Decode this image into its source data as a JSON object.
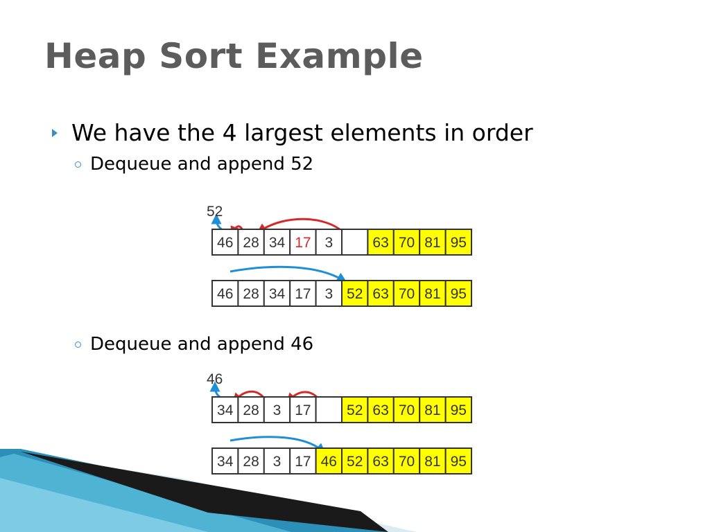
{
  "title": "Heap Sort Example",
  "bullet": "We have the 4 largest elements in order",
  "sub1": "Dequeue and append 52",
  "sub2": "Dequeue and append 46",
  "colors": {
    "sorted": "#ffff00",
    "red_arrow": "#d42a2a",
    "blue_arrow": "#1e8fd6",
    "highlight_text": "#d42a2a",
    "accent": "#3b8fc1"
  },
  "arrays": [
    {
      "cells": [
        "46",
        "28",
        "34",
        "17",
        "3",
        "",
        "63",
        "70",
        "81",
        "95"
      ],
      "sorted_from": 6,
      "highlight": [
        3
      ],
      "label": "52"
    },
    {
      "cells": [
        "46",
        "28",
        "34",
        "17",
        "3",
        "52",
        "63",
        "70",
        "81",
        "95"
      ],
      "sorted_from": 5,
      "highlight": [],
      "label": ""
    },
    {
      "cells": [
        "34",
        "28",
        "3",
        "17",
        "",
        "52",
        "63",
        "70",
        "81",
        "95"
      ],
      "sorted_from": 5,
      "highlight": [],
      "label": "46"
    },
    {
      "cells": [
        "34",
        "28",
        "3",
        "17",
        "46",
        "52",
        "63",
        "70",
        "81",
        "95"
      ],
      "sorted_from": 4,
      "highlight": [],
      "label": ""
    }
  ]
}
